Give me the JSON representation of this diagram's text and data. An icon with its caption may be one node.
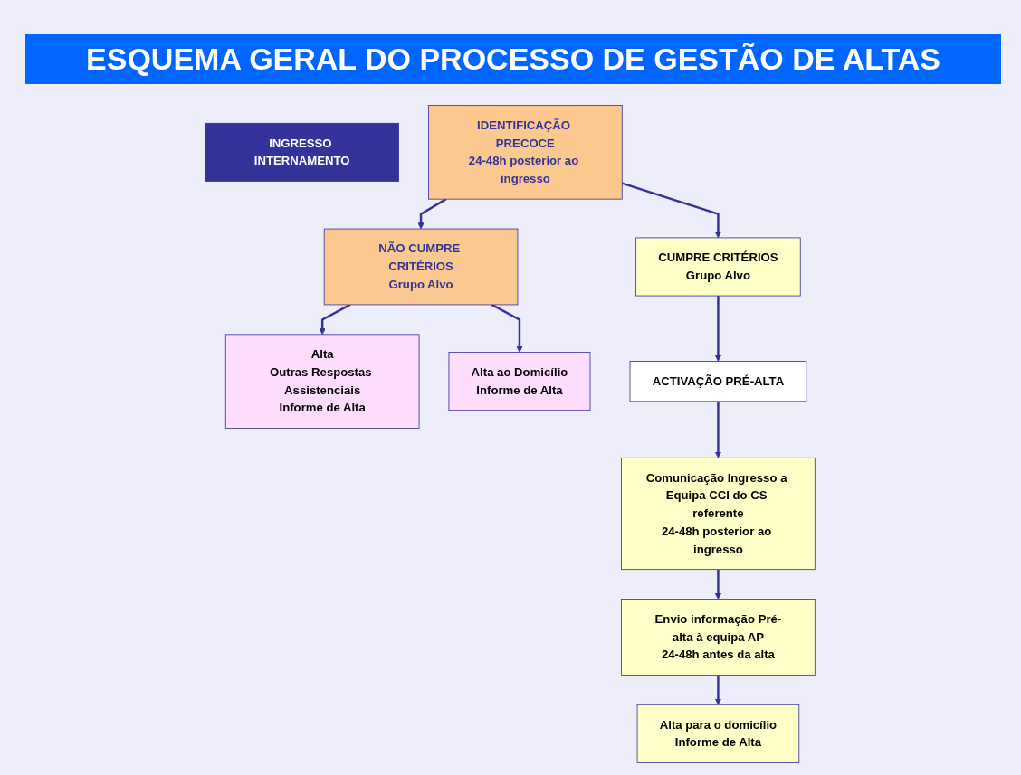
{
  "diagram": {
    "title": "ESQUEMA GERAL DO PROCESSO DE GESTÃO DE ALTAS",
    "nodes": [
      {
        "text": [
          "INGRESSO INTERNAMENTO"
        ]
      },
      {
        "text": [
          "IDENTIFICAÇÃO PRECOCE",
          "24-48h posterior ao ingresso"
        ]
      },
      {
        "text": [
          "NÃO CUMPRE CRITÉRIOS",
          "Grupo Alvo"
        ]
      },
      {
        "text": [
          "CUMPRE CRITÉRIOS",
          "Grupo Alvo"
        ]
      },
      {
        "text": [
          "Alta",
          "Outras Respostas Assistenciais",
          "Informe de Alta"
        ]
      },
      {
        "text": [
          "Alta ao Domicílio",
          "Informe de Alta"
        ]
      },
      {
        "text": [
          "ACTIVAÇÃO PRÉ-ALTA"
        ]
      },
      {
        "text": [
          "Comunicação Ingresso a Equipa CCI do CS referente",
          "24-48h posterior ao ingresso"
        ]
      },
      {
        "text": [
          "Envio informação Pré-alta à equipa AP",
          "24-48h antes da alta"
        ]
      },
      {
        "text": [
          "Alta para o domicílio",
          "Informe de Alta"
        ]
      }
    ],
    "edges": [
      {
        "from": 1,
        "to": 2,
        "arrow": "to"
      },
      {
        "from": 1,
        "to": 3,
        "arrow": "to"
      },
      {
        "from": 2,
        "to": 4,
        "arrow": "to"
      },
      {
        "from": 2,
        "to": 5,
        "arrow": "to"
      },
      {
        "from": 3,
        "to": 6,
        "arrow": "to"
      },
      {
        "from": 6,
        "to": 7,
        "arrow": "to"
      },
      {
        "from": 7,
        "to": 8,
        "arrow": "to"
      },
      {
        "from": 8,
        "to": 9,
        "arrow": "to"
      }
    ]
  }
}
